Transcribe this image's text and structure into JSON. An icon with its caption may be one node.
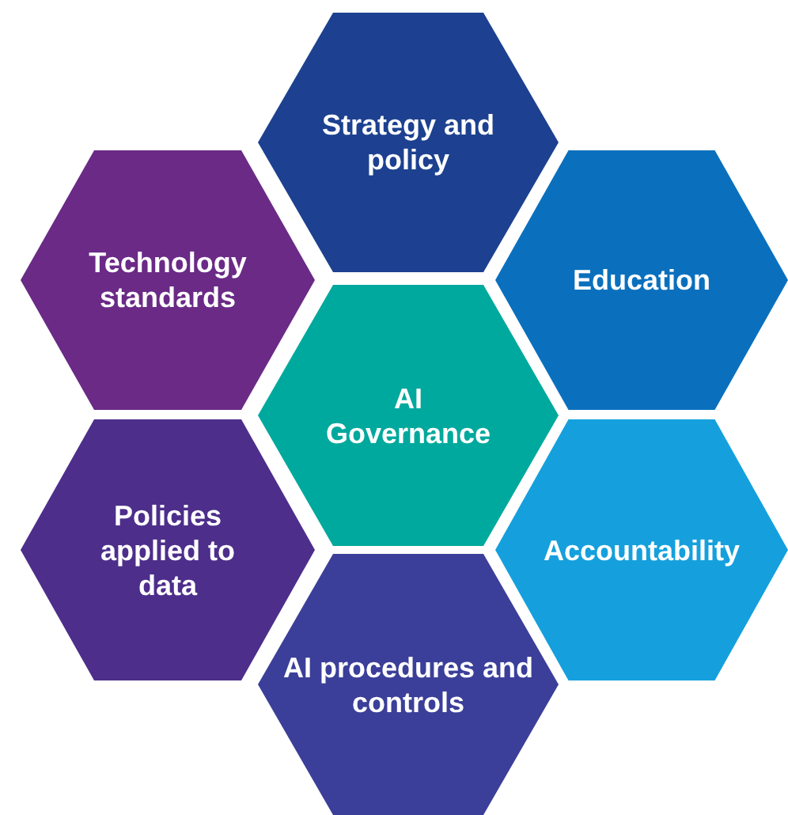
{
  "diagram": {
    "nodes": [
      {
        "text": [
          "Strategy and policy"
        ]
      },
      {
        "text": [
          "Technology standards"
        ]
      },
      {
        "text": [
          "Education"
        ]
      },
      {
        "text": [
          "AI Governance"
        ]
      },
      {
        "text": [
          "Policies applied to data"
        ]
      },
      {
        "text": [
          "Accountability"
        ]
      },
      {
        "text": [
          "AI procedures and controls"
        ]
      }
    ]
  }
}
